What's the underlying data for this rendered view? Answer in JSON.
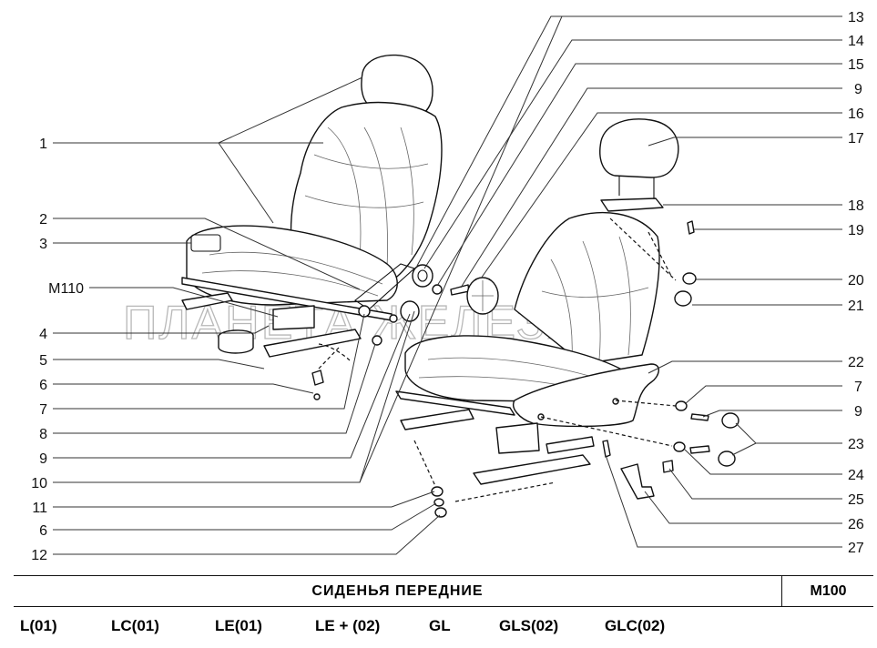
{
  "labels_left": [
    "1",
    "2",
    "3",
    "M110",
    "4",
    "5",
    "6",
    "7",
    "8",
    "9",
    "10",
    "11",
    "6",
    "12"
  ],
  "labels_right": [
    "13",
    "14",
    "15",
    "9",
    "16",
    "17",
    "18",
    "19",
    "20",
    "21",
    "22",
    "7",
    "9",
    "23",
    "24",
    "25",
    "26",
    "27"
  ],
  "watermark": "ПЛАНЕТА ЖЕЛЕЗЯКА",
  "footer": {
    "title": "СИДЕНЬЯ   ПЕРЕДНИЕ",
    "code": "M100"
  },
  "variants": [
    "L(01)",
    "LC(01)",
    "LE(01)",
    "LE + (02)",
    "GL",
    "GLS(02)",
    "GLC(02)"
  ]
}
